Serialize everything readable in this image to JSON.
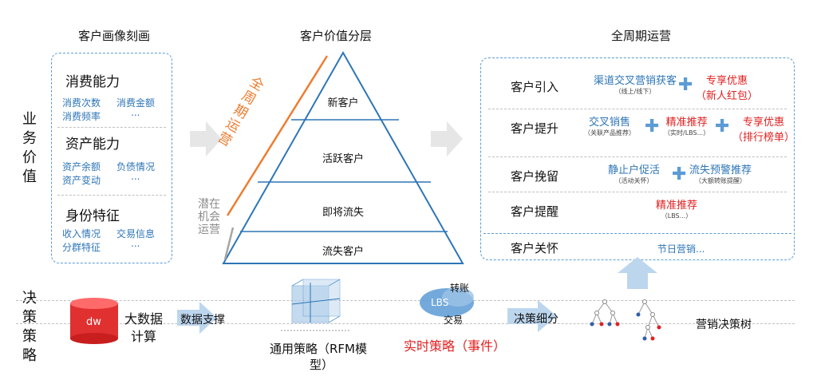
{
  "titles": {
    "portrait": "客户画像刻画",
    "pyramid": "客户价值分层",
    "lifecycle": "全周期运营"
  },
  "left_side": {
    "business_value": "业务价值",
    "decision_strategy": "决策策略"
  },
  "portrait": {
    "consumption": {
      "heading": "消费能力",
      "items": [
        "消费次数",
        "消费金额",
        "消费频率",
        "..."
      ]
    },
    "assets": {
      "heading": "资产能力",
      "items": [
        "资产余额",
        "负债情况",
        "资产变动",
        "..."
      ]
    },
    "identity": {
      "heading": "身份特征",
      "items": [
        "收入情况",
        "交易信息",
        "分群特征",
        "..."
      ]
    }
  },
  "pyramid": {
    "levels": [
      "新客户",
      "活跃客户",
      "即将流失",
      "流失客户"
    ],
    "full_cycle_label": "全周期运营",
    "potential_label": "潜在机会运营"
  },
  "lifecycle": {
    "rows": [
      {
        "label": "客户引入",
        "items": [
          {
            "text": "渠道交叉营销获客",
            "sub": "（线上/线下）",
            "color": "blue"
          },
          {
            "text": "专享优惠",
            "sub": "（新人红包）",
            "color": "red"
          }
        ]
      },
      {
        "label": "客户提升",
        "items": [
          {
            "text": "交叉销售",
            "sub": "（关联产品推荐）",
            "color": "blue"
          },
          {
            "text": "精准推荐",
            "sub": "（实时/LBS...）",
            "color": "red"
          },
          {
            "text": "专享优惠",
            "sub": "（排行榜单）",
            "color": "red"
          }
        ]
      },
      {
        "label": "客户挽留",
        "items": [
          {
            "text": "静止户促活",
            "sub": "（活动关怀）",
            "color": "blue"
          },
          {
            "text": "流失预警推荐",
            "sub": "（大额转账提醒）",
            "color": "blue"
          }
        ]
      },
      {
        "label": "客户提醒",
        "items": [
          {
            "text": "精准推荐",
            "sub": "（LBS...）",
            "color": "red"
          }
        ]
      }
    ],
    "care": {
      "label": "客户关怀",
      "item": "节日营销..."
    }
  },
  "bottom": {
    "dw": "dw",
    "big_data": "大数据",
    "compute": "计算",
    "data_support": "数据支撑",
    "rfm_line1": "通用策略（RFM模",
    "rfm_line2": "型）",
    "lbs": "LBS",
    "transfer": "转账",
    "trade": "交易",
    "realtime": "实时策略（事件）",
    "segment": "决策细分",
    "tree": "营销决策树"
  }
}
